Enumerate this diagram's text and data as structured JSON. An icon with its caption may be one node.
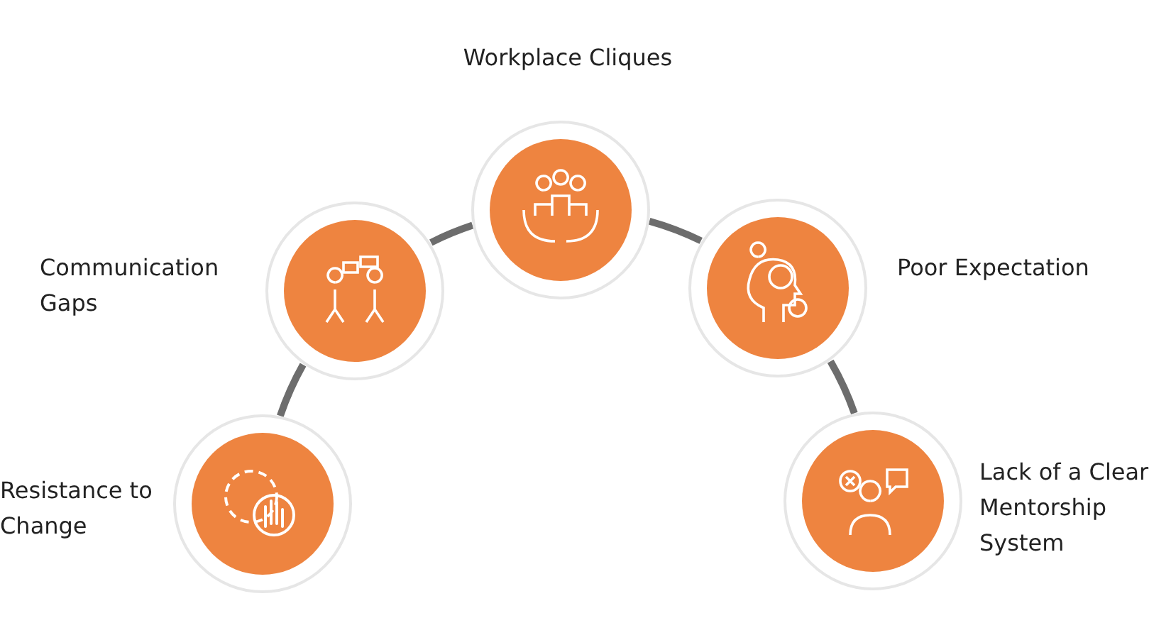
{
  "diagram": {
    "nodes": [
      {
        "text": [],
        "shape": "circle",
        "beside": [
          "Resistance to Change"
        ]
      },
      {
        "text": [],
        "shape": "circle",
        "beside": [
          "Communication Gaps"
        ]
      },
      {
        "text": [],
        "shape": "circle",
        "beside": [
          "Workplace Cliques"
        ]
      },
      {
        "text": [],
        "shape": "circle",
        "beside": [
          "Poor Expectation"
        ]
      },
      {
        "text": [],
        "shape": "circle",
        "beside": [
          "Lack of a Clear Mentorship System"
        ]
      }
    ],
    "edges": [
      {
        "from": 0,
        "to": 1,
        "arrow": "none"
      },
      {
        "from": 1,
        "to": 2,
        "arrow": "none"
      },
      {
        "from": 2,
        "to": 3,
        "arrow": "none"
      },
      {
        "from": 3,
        "to": 4,
        "arrow": "none"
      }
    ]
  }
}
